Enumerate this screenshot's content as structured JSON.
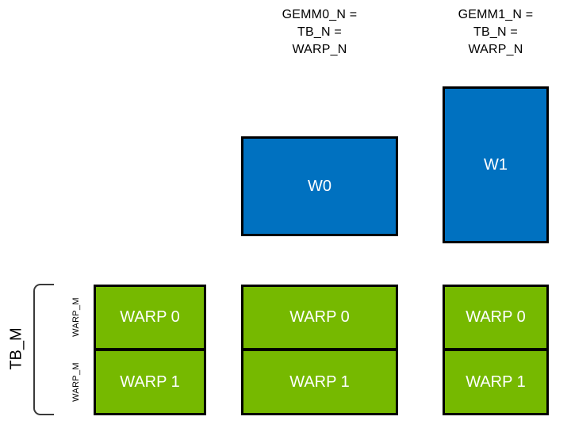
{
  "colors": {
    "blue": "#0071C0",
    "green": "#76B900",
    "border": "#000000",
    "ink": "#000000"
  },
  "headers": [
    {
      "text": "GEMM0_N =\nTB_N =\nWARP_N"
    },
    {
      "text": "GEMM1_N =\nTB_N =\nWARP_N"
    }
  ],
  "blue_boxes": [
    {
      "label": "W0"
    },
    {
      "label": "W1"
    }
  ],
  "left_axis": {
    "tb_label": "TB_M",
    "warp_row_labels": [
      "WARP_M",
      "WARP_M"
    ]
  },
  "warp_stacks": [
    {
      "cells": [
        "WARP 0",
        "WARP 1"
      ]
    },
    {
      "cells": [
        "WARP 0",
        "WARP 1"
      ]
    },
    {
      "cells": [
        "WARP 0",
        "WARP 1"
      ]
    }
  ]
}
